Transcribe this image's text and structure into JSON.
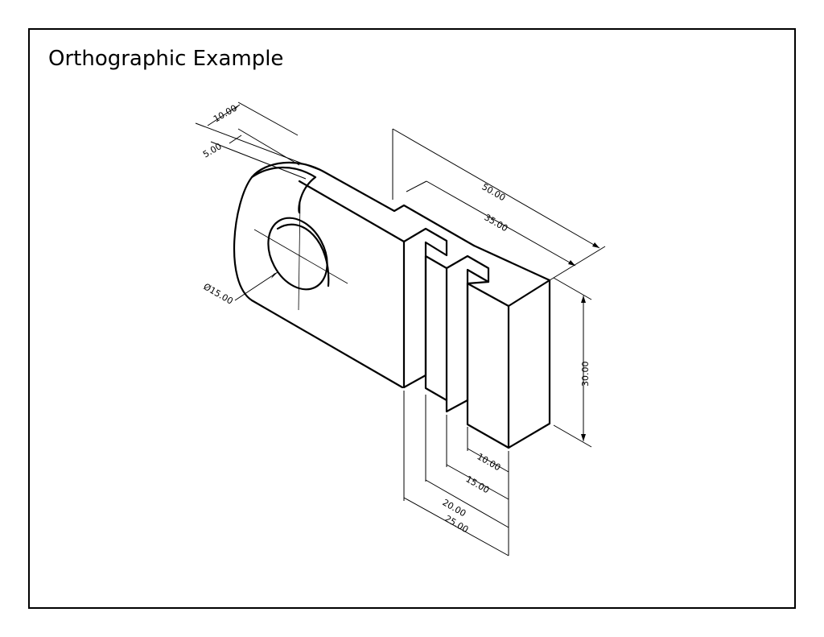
{
  "title": "Orthographic Example",
  "dimensions": {
    "d_10a": "10.00",
    "d_5": "5.00",
    "d_50": "50.00",
    "d_35": "35.00",
    "d_dia": "Ø15.00",
    "d_30": "30.00",
    "d_10b": "10.00",
    "d_15": "15.00",
    "d_20": "20.00",
    "d_25": "25.00"
  }
}
